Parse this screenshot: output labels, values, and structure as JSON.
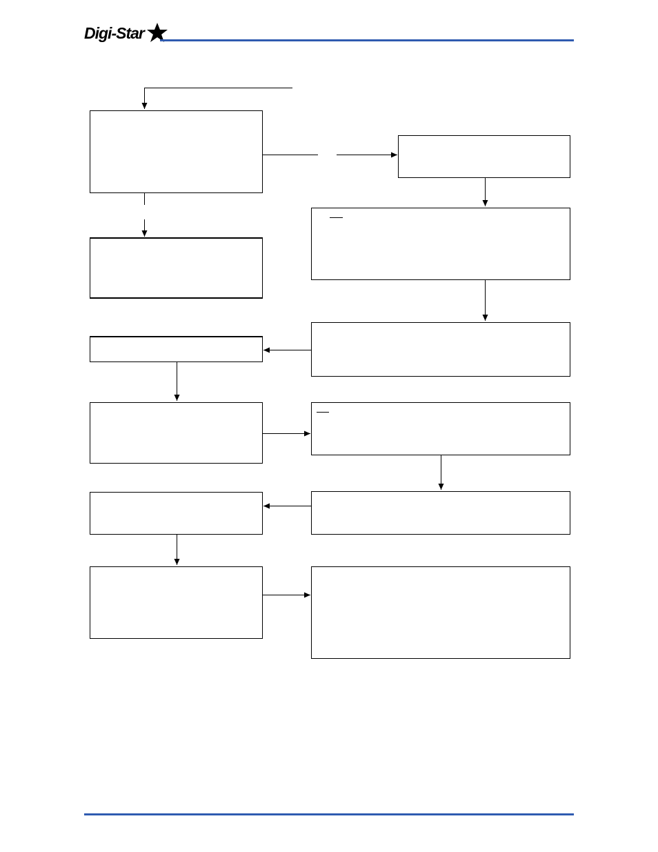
{
  "header": {
    "brand": "Digi-Star",
    "accent_color": "#2f5bb0",
    "logo_icon": "star-icon"
  },
  "flowchart": {
    "boxes": [
      "box-1",
      "box-2",
      "box-3",
      "box-4",
      "box-5",
      "box-6",
      "box-7",
      "box-8",
      "box-9",
      "box-10",
      "box-11",
      "box-12",
      "box-13",
      "box-14"
    ]
  }
}
